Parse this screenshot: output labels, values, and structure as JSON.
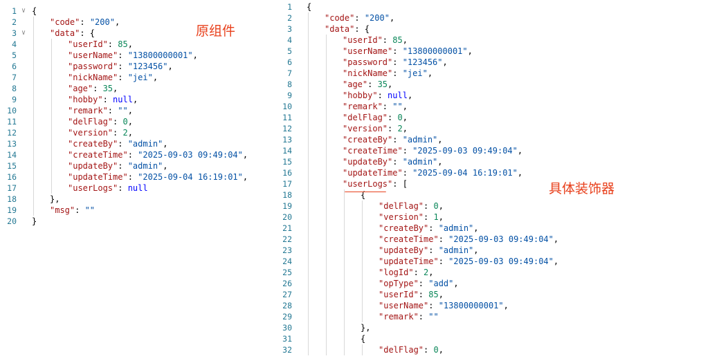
{
  "annotations": {
    "left_label": "原组件",
    "right_label": "具体装饰器"
  },
  "colors": {
    "key": "#a31515",
    "string": "#0451a5",
    "number": "#098658",
    "keyword": "#0000ff",
    "line_number": "#237893",
    "annotation": "#e8401c"
  },
  "left_editor": {
    "lines": [
      {
        "n": "1",
        "indent": 0,
        "fold": true,
        "tokens": [
          {
            "t": "p",
            "v": "{"
          }
        ]
      },
      {
        "n": "2",
        "indent": 1,
        "tokens": [
          {
            "t": "k",
            "v": "\"code\""
          },
          {
            "t": "p",
            "v": ": "
          },
          {
            "t": "s",
            "v": "\"200\""
          },
          {
            "t": "p",
            "v": ","
          }
        ]
      },
      {
        "n": "3",
        "indent": 1,
        "fold": true,
        "tokens": [
          {
            "t": "k",
            "v": "\"data\""
          },
          {
            "t": "p",
            "v": ": {"
          }
        ]
      },
      {
        "n": "4",
        "indent": 2,
        "tokens": [
          {
            "t": "k",
            "v": "\"userId\""
          },
          {
            "t": "p",
            "v": ": "
          },
          {
            "t": "n",
            "v": "85"
          },
          {
            "t": "p",
            "v": ","
          }
        ]
      },
      {
        "n": "5",
        "indent": 2,
        "tokens": [
          {
            "t": "k",
            "v": "\"userName\""
          },
          {
            "t": "p",
            "v": ": "
          },
          {
            "t": "s",
            "v": "\"13800000001\""
          },
          {
            "t": "p",
            "v": ","
          }
        ]
      },
      {
        "n": "6",
        "indent": 2,
        "tokens": [
          {
            "t": "k",
            "v": "\"password\""
          },
          {
            "t": "p",
            "v": ": "
          },
          {
            "t": "s",
            "v": "\"123456\""
          },
          {
            "t": "p",
            "v": ","
          }
        ]
      },
      {
        "n": "7",
        "indent": 2,
        "tokens": [
          {
            "t": "k",
            "v": "\"nickName\""
          },
          {
            "t": "p",
            "v": ": "
          },
          {
            "t": "s",
            "v": "\"jei\""
          },
          {
            "t": "p",
            "v": ","
          }
        ]
      },
      {
        "n": "8",
        "indent": 2,
        "tokens": [
          {
            "t": "k",
            "v": "\"age\""
          },
          {
            "t": "p",
            "v": ": "
          },
          {
            "t": "n",
            "v": "35"
          },
          {
            "t": "p",
            "v": ","
          }
        ]
      },
      {
        "n": "9",
        "indent": 2,
        "tokens": [
          {
            "t": "k",
            "v": "\"hobby\""
          },
          {
            "t": "p",
            "v": ": "
          },
          {
            "t": "kw",
            "v": "null"
          },
          {
            "t": "p",
            "v": ","
          }
        ]
      },
      {
        "n": "10",
        "indent": 2,
        "tokens": [
          {
            "t": "k",
            "v": "\"remark\""
          },
          {
            "t": "p",
            "v": ": "
          },
          {
            "t": "s",
            "v": "\"\""
          },
          {
            "t": "p",
            "v": ","
          }
        ]
      },
      {
        "n": "11",
        "indent": 2,
        "tokens": [
          {
            "t": "k",
            "v": "\"delFlag\""
          },
          {
            "t": "p",
            "v": ": "
          },
          {
            "t": "n",
            "v": "0"
          },
          {
            "t": "p",
            "v": ","
          }
        ]
      },
      {
        "n": "12",
        "indent": 2,
        "tokens": [
          {
            "t": "k",
            "v": "\"version\""
          },
          {
            "t": "p",
            "v": ": "
          },
          {
            "t": "n",
            "v": "2"
          },
          {
            "t": "p",
            "v": ","
          }
        ]
      },
      {
        "n": "13",
        "indent": 2,
        "tokens": [
          {
            "t": "k",
            "v": "\"createBy\""
          },
          {
            "t": "p",
            "v": ": "
          },
          {
            "t": "s",
            "v": "\"admin\""
          },
          {
            "t": "p",
            "v": ","
          }
        ]
      },
      {
        "n": "14",
        "indent": 2,
        "tokens": [
          {
            "t": "k",
            "v": "\"createTime\""
          },
          {
            "t": "p",
            "v": ": "
          },
          {
            "t": "s",
            "v": "\"2025-09-03 09:49:04\""
          },
          {
            "t": "p",
            "v": ","
          }
        ]
      },
      {
        "n": "15",
        "indent": 2,
        "tokens": [
          {
            "t": "k",
            "v": "\"updateBy\""
          },
          {
            "t": "p",
            "v": ": "
          },
          {
            "t": "s",
            "v": "\"admin\""
          },
          {
            "t": "p",
            "v": ","
          }
        ]
      },
      {
        "n": "16",
        "indent": 2,
        "tokens": [
          {
            "t": "k",
            "v": "\"updateTime\""
          },
          {
            "t": "p",
            "v": ": "
          },
          {
            "t": "s",
            "v": "\"2025-09-04 16:19:01\""
          },
          {
            "t": "p",
            "v": ","
          }
        ]
      },
      {
        "n": "17",
        "indent": 2,
        "tokens": [
          {
            "t": "k",
            "v": "\"userLogs\""
          },
          {
            "t": "p",
            "v": ": "
          },
          {
            "t": "kw",
            "v": "null"
          }
        ]
      },
      {
        "n": "18",
        "indent": 1,
        "tokens": [
          {
            "t": "p",
            "v": "},"
          }
        ]
      },
      {
        "n": "19",
        "indent": 1,
        "tokens": [
          {
            "t": "k",
            "v": "\"msg\""
          },
          {
            "t": "p",
            "v": ": "
          },
          {
            "t": "s",
            "v": "\"\""
          }
        ]
      },
      {
        "n": "20",
        "indent": 0,
        "tokens": [
          {
            "t": "p",
            "v": "}"
          }
        ]
      }
    ]
  },
  "right_editor": {
    "lines": [
      {
        "n": "1",
        "indent": 0,
        "tokens": [
          {
            "t": "p",
            "v": "{"
          }
        ]
      },
      {
        "n": "2",
        "indent": 1,
        "tokens": [
          {
            "t": "k",
            "v": "\"code\""
          },
          {
            "t": "p",
            "v": ": "
          },
          {
            "t": "s",
            "v": "\"200\""
          },
          {
            "t": "p",
            "v": ","
          }
        ]
      },
      {
        "n": "3",
        "indent": 1,
        "tokens": [
          {
            "t": "k",
            "v": "\"data\""
          },
          {
            "t": "p",
            "v": ": {"
          }
        ]
      },
      {
        "n": "4",
        "indent": 2,
        "tokens": [
          {
            "t": "k",
            "v": "\"userId\""
          },
          {
            "t": "p",
            "v": ": "
          },
          {
            "t": "n",
            "v": "85"
          },
          {
            "t": "p",
            "v": ","
          }
        ]
      },
      {
        "n": "5",
        "indent": 2,
        "tokens": [
          {
            "t": "k",
            "v": "\"userName\""
          },
          {
            "t": "p",
            "v": ": "
          },
          {
            "t": "s",
            "v": "\"13800000001\""
          },
          {
            "t": "p",
            "v": ","
          }
        ]
      },
      {
        "n": "6",
        "indent": 2,
        "tokens": [
          {
            "t": "k",
            "v": "\"password\""
          },
          {
            "t": "p",
            "v": ": "
          },
          {
            "t": "s",
            "v": "\"123456\""
          },
          {
            "t": "p",
            "v": ","
          }
        ]
      },
      {
        "n": "7",
        "indent": 2,
        "tokens": [
          {
            "t": "k",
            "v": "\"nickName\""
          },
          {
            "t": "p",
            "v": ": "
          },
          {
            "t": "s",
            "v": "\"jei\""
          },
          {
            "t": "p",
            "v": ","
          }
        ]
      },
      {
        "n": "8",
        "indent": 2,
        "tokens": [
          {
            "t": "k",
            "v": "\"age\""
          },
          {
            "t": "p",
            "v": ": "
          },
          {
            "t": "n",
            "v": "35"
          },
          {
            "t": "p",
            "v": ","
          }
        ]
      },
      {
        "n": "9",
        "indent": 2,
        "tokens": [
          {
            "t": "k",
            "v": "\"hobby\""
          },
          {
            "t": "p",
            "v": ": "
          },
          {
            "t": "kw",
            "v": "null"
          },
          {
            "t": "p",
            "v": ","
          }
        ]
      },
      {
        "n": "10",
        "indent": 2,
        "tokens": [
          {
            "t": "k",
            "v": "\"remark\""
          },
          {
            "t": "p",
            "v": ": "
          },
          {
            "t": "s",
            "v": "\"\""
          },
          {
            "t": "p",
            "v": ","
          }
        ]
      },
      {
        "n": "11",
        "indent": 2,
        "tokens": [
          {
            "t": "k",
            "v": "\"delFlag\""
          },
          {
            "t": "p",
            "v": ": "
          },
          {
            "t": "n",
            "v": "0"
          },
          {
            "t": "p",
            "v": ","
          }
        ]
      },
      {
        "n": "12",
        "indent": 2,
        "tokens": [
          {
            "t": "k",
            "v": "\"version\""
          },
          {
            "t": "p",
            "v": ": "
          },
          {
            "t": "n",
            "v": "2"
          },
          {
            "t": "p",
            "v": ","
          }
        ]
      },
      {
        "n": "13",
        "indent": 2,
        "tokens": [
          {
            "t": "k",
            "v": "\"createBy\""
          },
          {
            "t": "p",
            "v": ": "
          },
          {
            "t": "s",
            "v": "\"admin\""
          },
          {
            "t": "p",
            "v": ","
          }
        ]
      },
      {
        "n": "14",
        "indent": 2,
        "tokens": [
          {
            "t": "k",
            "v": "\"createTime\""
          },
          {
            "t": "p",
            "v": ": "
          },
          {
            "t": "s",
            "v": "\"2025-09-03 09:49:04\""
          },
          {
            "t": "p",
            "v": ","
          }
        ]
      },
      {
        "n": "15",
        "indent": 2,
        "tokens": [
          {
            "t": "k",
            "v": "\"updateBy\""
          },
          {
            "t": "p",
            "v": ": "
          },
          {
            "t": "s",
            "v": "\"admin\""
          },
          {
            "t": "p",
            "v": ","
          }
        ]
      },
      {
        "n": "16",
        "indent": 2,
        "tokens": [
          {
            "t": "k",
            "v": "\"updateTime\""
          },
          {
            "t": "p",
            "v": ": "
          },
          {
            "t": "s",
            "v": "\"2025-09-04 16:19:01\""
          },
          {
            "t": "p",
            "v": ","
          }
        ]
      },
      {
        "n": "17",
        "indent": 2,
        "tokens": [
          {
            "t": "k",
            "v": "\"userLogs\""
          },
          {
            "t": "p",
            "v": ": ["
          }
        ]
      },
      {
        "n": "18",
        "indent": 3,
        "tokens": [
          {
            "t": "p",
            "v": "{"
          }
        ]
      },
      {
        "n": "19",
        "indent": 4,
        "tokens": [
          {
            "t": "k",
            "v": "\"delFlag\""
          },
          {
            "t": "p",
            "v": ": "
          },
          {
            "t": "n",
            "v": "0"
          },
          {
            "t": "p",
            "v": ","
          }
        ]
      },
      {
        "n": "20",
        "indent": 4,
        "tokens": [
          {
            "t": "k",
            "v": "\"version\""
          },
          {
            "t": "p",
            "v": ": "
          },
          {
            "t": "n",
            "v": "1"
          },
          {
            "t": "p",
            "v": ","
          }
        ]
      },
      {
        "n": "21",
        "indent": 4,
        "tokens": [
          {
            "t": "k",
            "v": "\"createBy\""
          },
          {
            "t": "p",
            "v": ": "
          },
          {
            "t": "s",
            "v": "\"admin\""
          },
          {
            "t": "p",
            "v": ","
          }
        ]
      },
      {
        "n": "22",
        "indent": 4,
        "tokens": [
          {
            "t": "k",
            "v": "\"createTime\""
          },
          {
            "t": "p",
            "v": ": "
          },
          {
            "t": "s",
            "v": "\"2025-09-03 09:49:04\""
          },
          {
            "t": "p",
            "v": ","
          }
        ]
      },
      {
        "n": "23",
        "indent": 4,
        "tokens": [
          {
            "t": "k",
            "v": "\"updateBy\""
          },
          {
            "t": "p",
            "v": ": "
          },
          {
            "t": "s",
            "v": "\"admin\""
          },
          {
            "t": "p",
            "v": ","
          }
        ]
      },
      {
        "n": "24",
        "indent": 4,
        "tokens": [
          {
            "t": "k",
            "v": "\"updateTime\""
          },
          {
            "t": "p",
            "v": ": "
          },
          {
            "t": "s",
            "v": "\"2025-09-03 09:49:04\""
          },
          {
            "t": "p",
            "v": ","
          }
        ]
      },
      {
        "n": "25",
        "indent": 4,
        "tokens": [
          {
            "t": "k",
            "v": "\"logId\""
          },
          {
            "t": "p",
            "v": ": "
          },
          {
            "t": "n",
            "v": "2"
          },
          {
            "t": "p",
            "v": ","
          }
        ]
      },
      {
        "n": "26",
        "indent": 4,
        "tokens": [
          {
            "t": "k",
            "v": "\"opType\""
          },
          {
            "t": "p",
            "v": ": "
          },
          {
            "t": "s",
            "v": "\"add\""
          },
          {
            "t": "p",
            "v": ","
          }
        ]
      },
      {
        "n": "27",
        "indent": 4,
        "tokens": [
          {
            "t": "k",
            "v": "\"userId\""
          },
          {
            "t": "p",
            "v": ": "
          },
          {
            "t": "n",
            "v": "85"
          },
          {
            "t": "p",
            "v": ","
          }
        ]
      },
      {
        "n": "28",
        "indent": 4,
        "tokens": [
          {
            "t": "k",
            "v": "\"userName\""
          },
          {
            "t": "p",
            "v": ": "
          },
          {
            "t": "s",
            "v": "\"13800000001\""
          },
          {
            "t": "p",
            "v": ","
          }
        ]
      },
      {
        "n": "29",
        "indent": 4,
        "tokens": [
          {
            "t": "k",
            "v": "\"remark\""
          },
          {
            "t": "p",
            "v": ": "
          },
          {
            "t": "s",
            "v": "\"\""
          }
        ]
      },
      {
        "n": "30",
        "indent": 3,
        "tokens": [
          {
            "t": "p",
            "v": "},"
          }
        ]
      },
      {
        "n": "31",
        "indent": 3,
        "tokens": [
          {
            "t": "p",
            "v": "{"
          }
        ]
      },
      {
        "n": "32",
        "indent": 4,
        "tokens": [
          {
            "t": "k",
            "v": "\"delFlag\""
          },
          {
            "t": "p",
            "v": ": "
          },
          {
            "t": "n",
            "v": "0"
          },
          {
            "t": "p",
            "v": ","
          }
        ]
      }
    ]
  }
}
